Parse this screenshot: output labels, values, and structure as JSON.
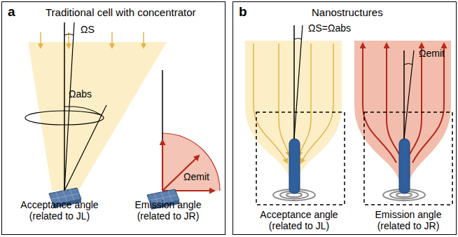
{
  "diagram": {
    "nodes": [
      {
        "text": [
          "a",
          "Traditional cell with concentrator"
        ]
      },
      {
        "text": [
          "b",
          "Nanostructures"
        ]
      }
    ],
    "labels": [
      "ΩS",
      "Ωabs",
      "Ωemit",
      "Acceptance angle (related to JL)",
      "Emission angle (related to JR)",
      "ΩS=Ωabs",
      "Ωemit",
      "Acceptance angle (related to JL)",
      "Emission angle (related to JR)"
    ]
  }
}
